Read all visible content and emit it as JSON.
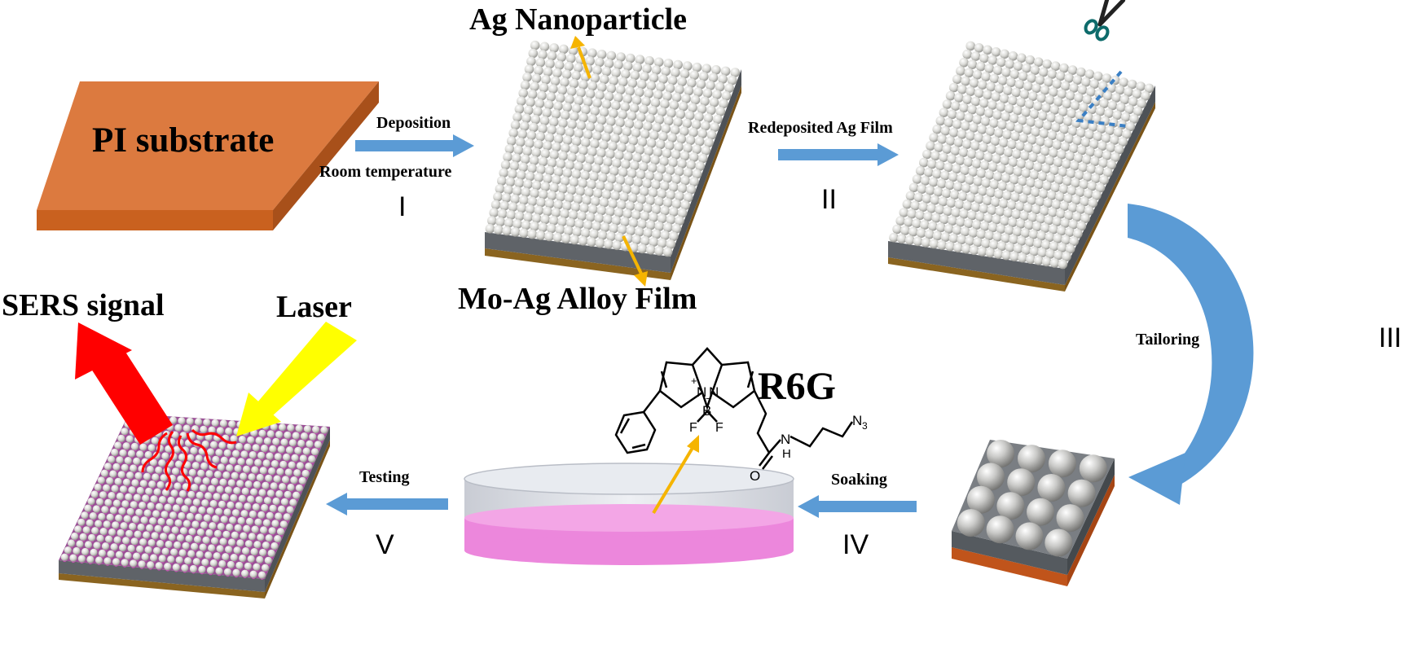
{
  "colors": {
    "substrate_top": "#dc7a3f",
    "substrate_side": "#b9561b",
    "film_gray": "#5f6368",
    "film_gold": "#8a6420",
    "sphere": "#e6e6e4",
    "process_arrow": "#5b9bd5",
    "pointer_arrow": "#f5b400",
    "laser": "#ffff00",
    "signal": "#ff0000",
    "solution": "#ec87dc",
    "probe_molecule": "#c050b0"
  },
  "substrate": {
    "label": "PI substrate"
  },
  "top_labels": {
    "ag_nanoparticle": "Ag Nanoparticle",
    "alloy_film": "Mo-Ag  Alloy Film",
    "sers_signal": "SERS signal",
    "laser": "Laser",
    "r6g": "R6G"
  },
  "steps": [
    {
      "id": "I",
      "roman": "I",
      "labels": [
        "Deposition",
        "Room temperature"
      ]
    },
    {
      "id": "II",
      "roman": "II",
      "labels": [
        "Redeposited Ag Film"
      ]
    },
    {
      "id": "III",
      "roman": "III",
      "labels": [
        "Tailoring"
      ]
    },
    {
      "id": "IV",
      "roman": "IV",
      "labels": [
        "Soaking"
      ]
    },
    {
      "id": "V",
      "roman": "V",
      "labels": [
        "Testing"
      ]
    }
  ],
  "molecule": {
    "atoms": [
      "N",
      "N",
      "B",
      "F",
      "F",
      "O",
      "N",
      "H",
      "N"
    ],
    "charges": [
      "+",
      "−"
    ],
    "subscript": "3"
  },
  "icons": [
    "scissors-icon",
    "cut-line-icon",
    "laser-beam-icon",
    "signal-arrow-icon",
    "beaker-icon"
  ]
}
